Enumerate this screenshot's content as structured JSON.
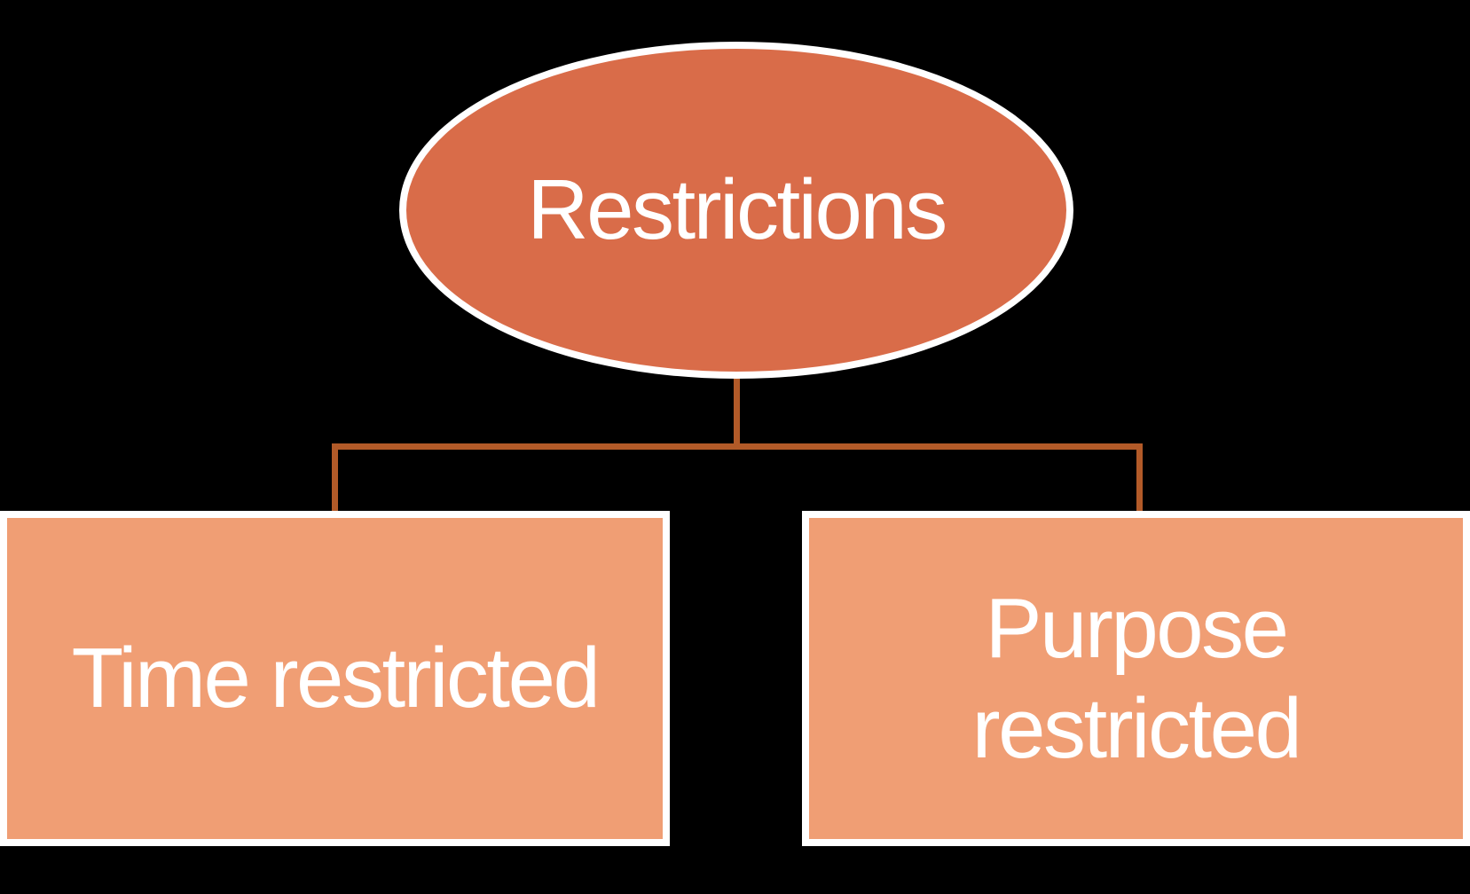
{
  "diagram": {
    "type": "hierarchy",
    "background_color": "#000000",
    "connector_color": "#B25A28",
    "node_border_color": "#FFFFFF",
    "text_color": "#FFFFFF",
    "root": {
      "label": "Restrictions",
      "shape": "ellipse",
      "fill": "#D96C49"
    },
    "children": [
      {
        "label": "Time restricted",
        "shape": "rectangle",
        "fill": "#F09E74"
      },
      {
        "label": "Purpose restricted",
        "shape": "rectangle",
        "fill": "#F09E74"
      }
    ]
  }
}
